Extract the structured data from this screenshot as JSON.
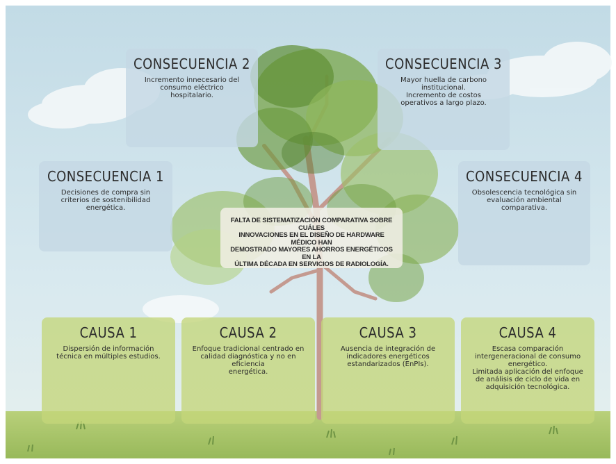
{
  "colors": {
    "sky": "#cfe3ea",
    "grass": "#a9c56a",
    "consequence_box": "#c4d8e4",
    "cause_box": "#c4d67a",
    "problem_box": "#f0eee4"
  },
  "problem": {
    "text": "FALTA DE SISTEMATIZACIÓN COMPARATIVA SOBRE CUÁLES\nINNOVACIONES EN EL DISEÑO DE HARDWARE MÉDICO HAN\nDEMOSTRADO MAYORES AHORROS ENERGÉTICOS EN LA\nÚLTIMA DÉCADA EN SERVICIOS DE RADIOLOGÍA."
  },
  "consequences": [
    {
      "title": "CONSECUENCIA 1",
      "text": "Decisiones de compra sin\ncriterios de sostenibilidad\nenergética."
    },
    {
      "title": "CONSECUENCIA 2",
      "text": "Incremento innecesario del\nconsumo eléctrico\nhospitalario."
    },
    {
      "title": "CONSECUENCIA 3",
      "text": "Mayor huella de carbono\ninstitucional.\nIncremento de costos\noperativos a largo plazo."
    },
    {
      "title": "CONSECUENCIA 4",
      "text": "Obsolescencia tecnológica sin\nevaluación ambiental\ncomparativa."
    }
  ],
  "causes": [
    {
      "title": "CAUSA 1",
      "text": "Dispersión de información\ntécnica en múltiples estudios."
    },
    {
      "title": "CAUSA 2",
      "text": "Enfoque tradicional centrado en\ncalidad diagnóstica y no en eficiencia\nenergética."
    },
    {
      "title": "CAUSA 3",
      "text": "Ausencia de integración de\nindicadores energéticos\nestandarizados (EnPIs)."
    },
    {
      "title": "CAUSA 4",
      "text": "Escasa comparación\nintergeneracional de consumo\nenergético.\nLimitada aplicación del enfoque\nde análisis de ciclo de vida en\nadquisición tecnológica."
    }
  ]
}
